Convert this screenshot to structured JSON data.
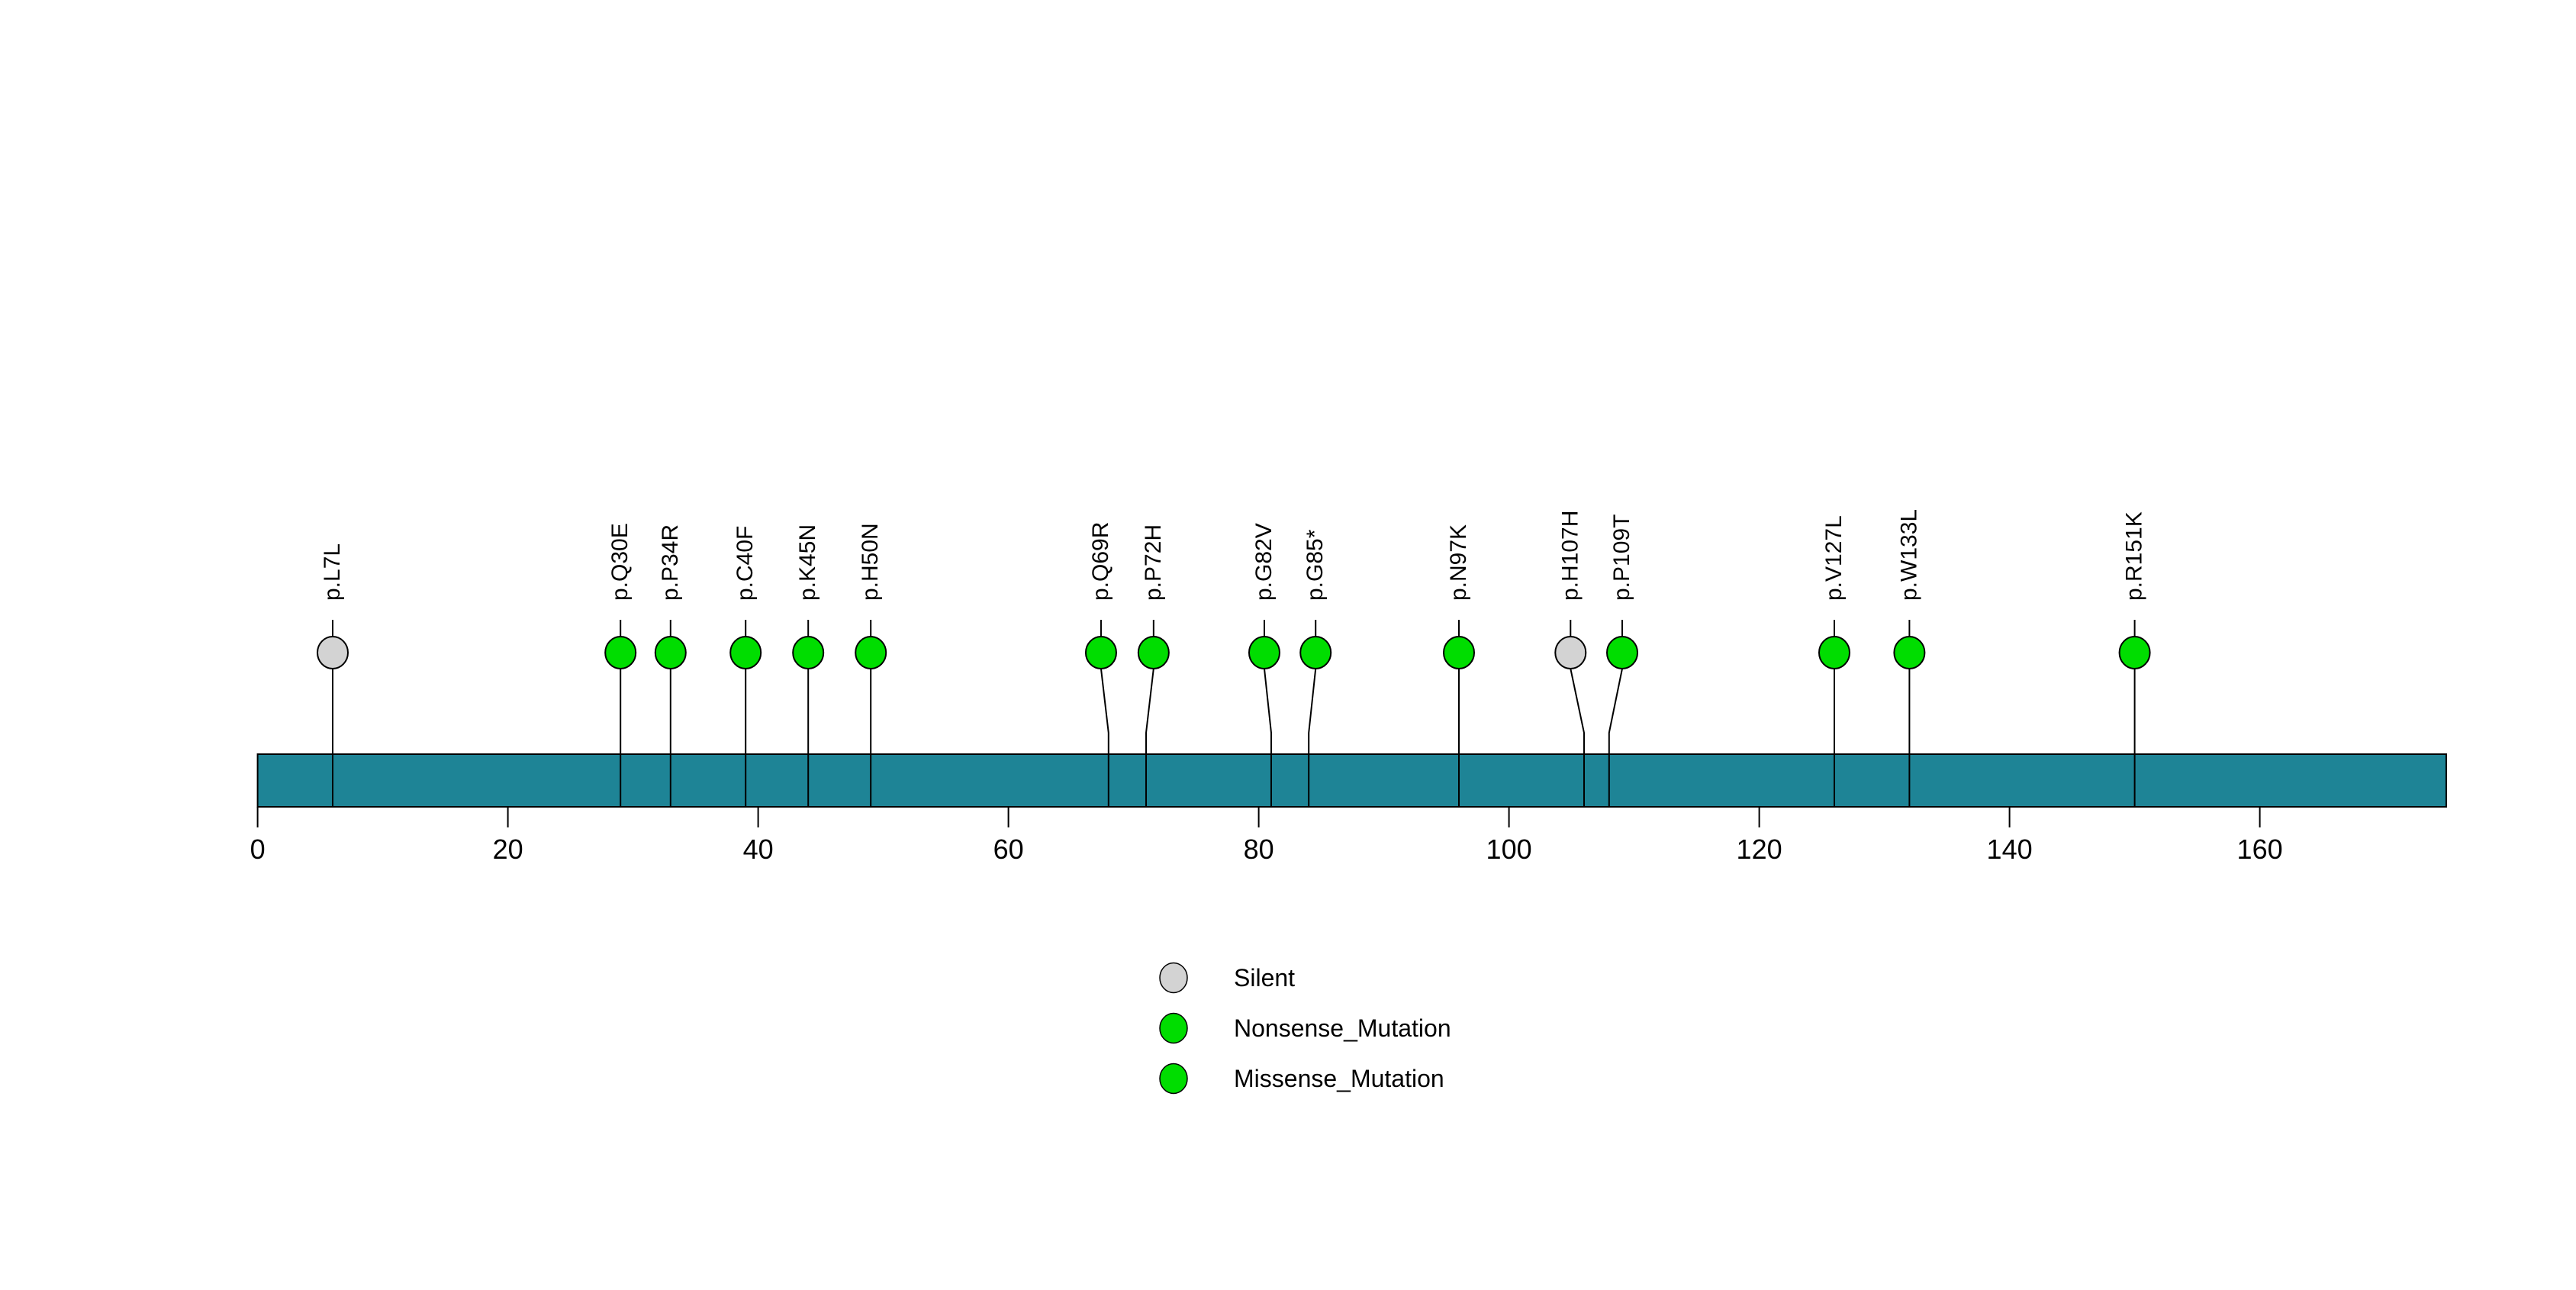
{
  "chart_data": {
    "type": "lollipop",
    "title": "",
    "xlabel": "",
    "ylabel": "",
    "protein_length_aa": 175,
    "axis": {
      "tick_values": [
        0,
        20,
        40,
        60,
        80,
        100,
        120,
        140,
        160
      ],
      "xlim": [
        0,
        175
      ],
      "grid": false
    },
    "mutations": [
      {
        "label": "p.L7L",
        "pos": 7,
        "class": "Silent",
        "dodge": 0
      },
      {
        "label": "p.Q30E",
        "pos": 30,
        "class": "Missense_Mutation",
        "dodge": 0
      },
      {
        "label": "p.P34R",
        "pos": 34,
        "class": "Missense_Mutation",
        "dodge": 0
      },
      {
        "label": "p.C40F",
        "pos": 40,
        "class": "Missense_Mutation",
        "dodge": 0
      },
      {
        "label": "p.K45N",
        "pos": 45,
        "class": "Missense_Mutation",
        "dodge": 0
      },
      {
        "label": "p.H50N",
        "pos": 50,
        "class": "Missense_Mutation",
        "dodge": 0
      },
      {
        "label": "p.Q69R",
        "pos": 69,
        "class": "Missense_Mutation",
        "dodge": -0.6
      },
      {
        "label": "p.P72H",
        "pos": 72,
        "class": "Missense_Mutation",
        "dodge": 0.6
      },
      {
        "label": "p.G82V",
        "pos": 82,
        "class": "Missense_Mutation",
        "dodge": -0.55
      },
      {
        "label": "p.G85*",
        "pos": 85,
        "class": "Nonsense_Mutation",
        "dodge": 0.55
      },
      {
        "label": "p.N97K",
        "pos": 97,
        "class": "Missense_Mutation",
        "dodge": 0
      },
      {
        "label": "p.H107H",
        "pos": 107,
        "class": "Silent",
        "dodge": -1.08
      },
      {
        "label": "p.P109T",
        "pos": 109,
        "class": "Missense_Mutation",
        "dodge": 1.05
      },
      {
        "label": "p.V127L",
        "pos": 127,
        "class": "Missense_Mutation",
        "dodge": 0
      },
      {
        "label": "p.W133L",
        "pos": 133,
        "class": "Missense_Mutation",
        "dodge": 0
      },
      {
        "label": "p.R151K",
        "pos": 151,
        "class": "Missense_Mutation",
        "dodge": 0
      }
    ],
    "class_colors": {
      "Silent": "#D3D3D3",
      "Nonsense_Mutation": "#00DD00",
      "Missense_Mutation": "#00DD00"
    },
    "legend": {
      "position": "bottom-center",
      "items": [
        {
          "label": "Silent",
          "color": "#D3D3D3"
        },
        {
          "label": "Nonsense_Mutation",
          "color": "#00DD00"
        },
        {
          "label": "Missense_Mutation",
          "color": "#00DD00"
        }
      ]
    },
    "colors": {
      "backbone": "#1E8496",
      "outline": "#000000",
      "background": "#FFFFFF"
    }
  }
}
